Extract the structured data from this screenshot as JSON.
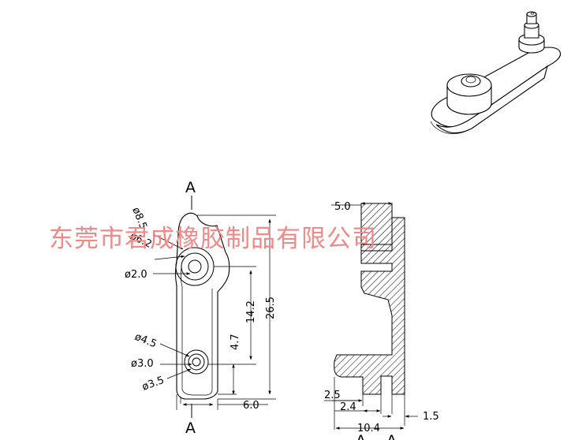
{
  "watermark": "东莞市君成橡胶制品有限公司",
  "section": {
    "top": "A",
    "bottom": "A",
    "side_bottom_1": "A",
    "side_bottom_2": "A"
  },
  "front_view": {
    "dia_8_5": "ø8.5",
    "dia_6_2": "ø6.2",
    "dia_2_0": "ø2.0",
    "dia_4_5": "ø4.5",
    "dia_3_0": "ø3.0",
    "dia_3_5": "ø3.5",
    "len_26_5": "26.5",
    "len_14_2": "14.2",
    "len_4_7": "4.7",
    "width_6_0": "6.0"
  },
  "section_view": {
    "dim_5_0": "5.0",
    "dim_2_5": "2.5",
    "dim_2_4": "2.4",
    "dim_1_5": "1.5",
    "dim_10_4": "10.4"
  },
  "colors": {
    "line": "#000000",
    "watermark": "#ef8a8a",
    "background": "#ffffff"
  }
}
